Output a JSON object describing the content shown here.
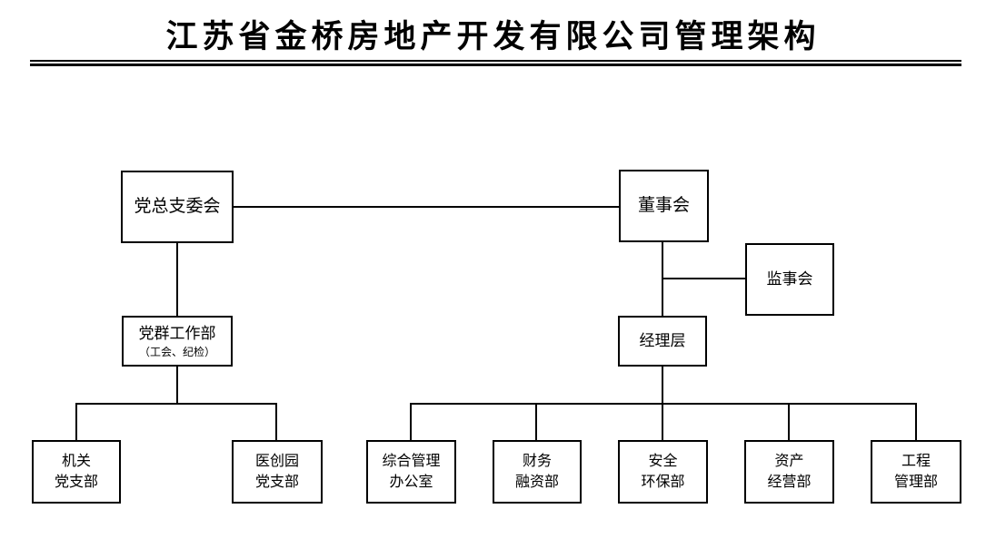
{
  "title": "江苏省金桥房地产开发有限公司管理架构",
  "diagram_type": "org-chart",
  "colors": {
    "line": "#000000",
    "text": "#000000",
    "background": "#ffffff"
  },
  "org": {
    "party_committee": {
      "label": "党总支委会"
    },
    "board_of_directors": {
      "label": "董事会"
    },
    "board_of_supervisors": {
      "label": "监事会"
    },
    "party_mass_work_dept": {
      "line1": "党群工作部",
      "line2": "（工会、纪检）"
    },
    "management_level": {
      "label": "经理层"
    },
    "organ_party_branch": {
      "line1": "机关",
      "line2": "党支部"
    },
    "yichuangyuan_party_branch": {
      "line1": "医创园",
      "line2": "党支部"
    },
    "general_management_office": {
      "line1": "综合管理",
      "line2": "办公室"
    },
    "finance_financing_dept": {
      "line1": "财务",
      "line2": "融资部"
    },
    "safety_environment_dept": {
      "line1": "安全",
      "line2": "环保部"
    },
    "asset_operation_dept": {
      "line1": "资产",
      "line2": "经营部"
    },
    "engineering_management_dept": {
      "line1": "工程",
      "line2": "管理部"
    }
  },
  "edges": [
    "党总支委会—董事会",
    "党总支委会—党群工作部（工会、纪检）",
    "党群工作部—机关党支部",
    "党群工作部—医创园党支部",
    "董事会—监事会",
    "董事会—经理层",
    "经理层—综合管理办公室",
    "经理层—财务融资部",
    "经理层—安全环保部",
    "经理层—资产经营部",
    "经理层—工程管理部"
  ]
}
